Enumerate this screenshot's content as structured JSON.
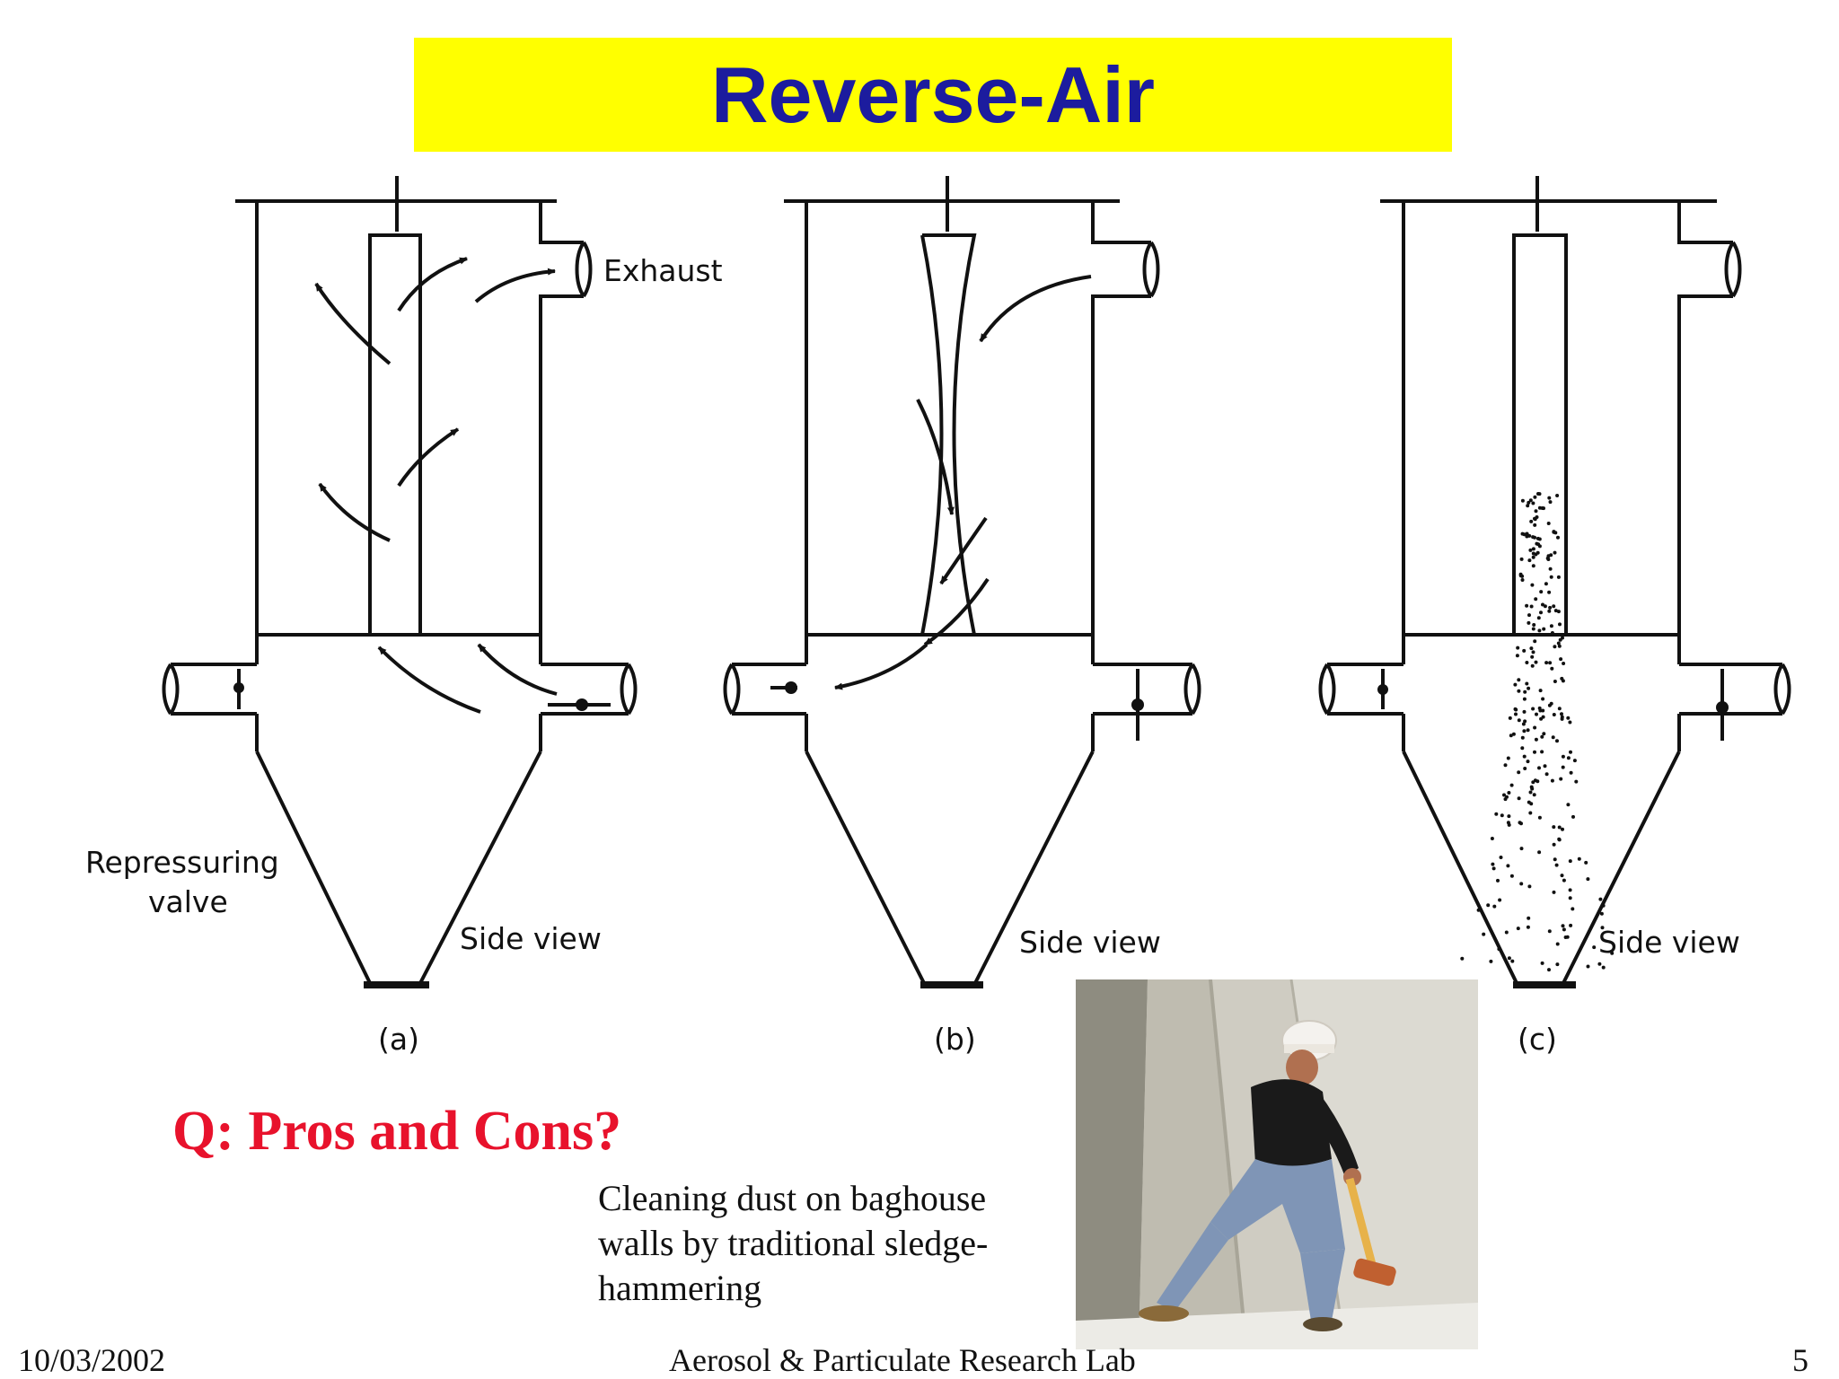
{
  "slide": {
    "title": "Reverse-Air",
    "question": "Q: Pros and Cons?",
    "caption": "Cleaning dust on baghouse walls by traditional sledge-hammering",
    "footer": {
      "date": "10/03/2002",
      "lab": "Aerosol & Particulate Research Lab",
      "page": "5"
    }
  },
  "diagram": {
    "exhaust_label": "Exhaust",
    "valve_label_line1": "Repressuring",
    "valve_label_line2": "valve",
    "panels": [
      {
        "caption": "(a)",
        "side_view": "Side view"
      },
      {
        "caption": "(b)",
        "side_view": "Side view"
      },
      {
        "caption": "(c)",
        "side_view": "Side view"
      }
    ]
  },
  "colors": {
    "title_background": "#ffff00",
    "title_text": "#1c1c9e",
    "question_text": "#e8122c"
  }
}
